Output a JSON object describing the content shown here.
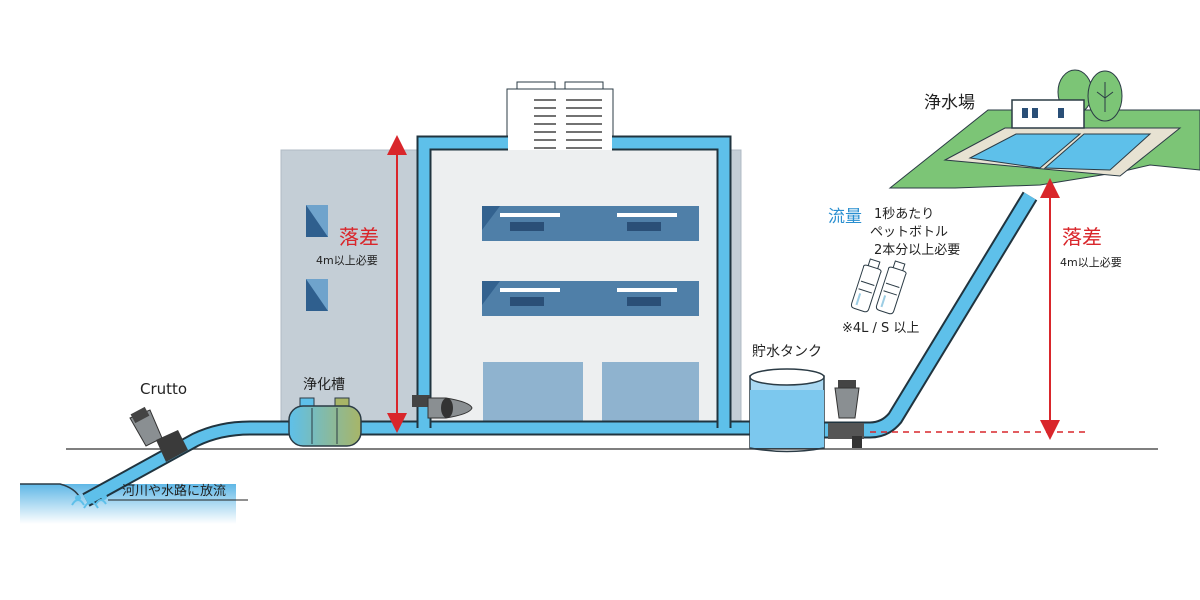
{
  "labels": {
    "crutto": "Crutto",
    "septic_tank": "浄化槽",
    "discharge": "河川や水路に放流",
    "storage_tank": "貯水タンク",
    "water_plant": "浄水場",
    "head_left": "落差",
    "head_left_note": "4m以上必要",
    "head_right": "落差",
    "head_right_note": "4m以上必要",
    "flow_title": "流量",
    "flow_line1": "1秒あたり",
    "flow_line2": "ペットボトル",
    "flow_line3": "2本分以上必要",
    "flow_note": "※4L / S 以上"
  },
  "colors": {
    "pipe_fill": "#5ec0ea",
    "pipe_outline": "#20343f",
    "head_arrow": "#d9262b",
    "building_back": "#c4ced6",
    "window": "#4f7fa8",
    "grass": "#7cc576",
    "ground_line": "#555555"
  },
  "icons": [
    "crutto-turbine-icon",
    "septic-tank-icon",
    "storage-tank-icon",
    "plastic-bottle-icon",
    "tree-icon",
    "water-splash-icon"
  ]
}
